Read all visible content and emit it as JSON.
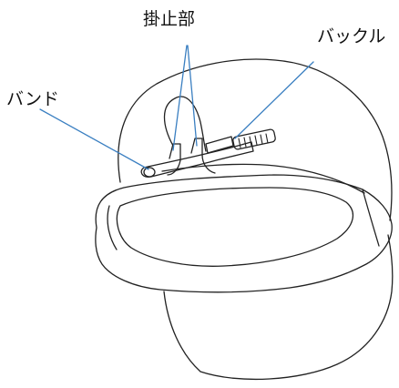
{
  "labels": {
    "kakedome": "掛止部",
    "buckle": "バックル",
    "band": "バンド"
  },
  "colors": {
    "outline": "#222222",
    "leader": "#3a7fc1",
    "background": "#ffffff"
  }
}
